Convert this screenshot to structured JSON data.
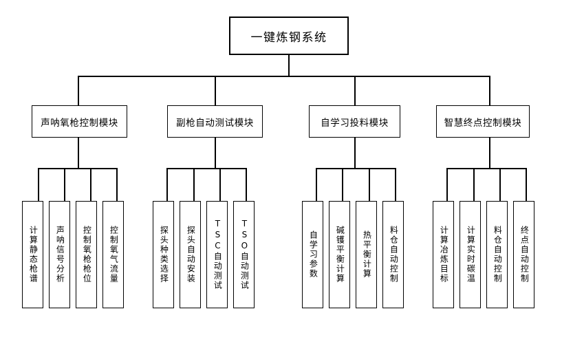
{
  "diagram": {
    "title": "一键炼钢系统",
    "root": {
      "label": "一键炼钢系统"
    },
    "modules": [
      {
        "label": "声呐氧枪控制模块",
        "children": [
          {
            "label": "计算静态枪谱"
          },
          {
            "label": "声呐信号分析"
          },
          {
            "label": "控制氧枪枪位"
          },
          {
            "label": "控制氧气流量"
          }
        ]
      },
      {
        "label": "副枪自动测试模块",
        "children": [
          {
            "label": "探头种类选择"
          },
          {
            "label": "探头自动安装"
          },
          {
            "label": "TSC自动测试"
          },
          {
            "label": "TSO自动测试"
          }
        ]
      },
      {
        "label": "自学习投料模块",
        "children": [
          {
            "label": "自学习参数"
          },
          {
            "label": "碱镬平衡计算"
          },
          {
            "label": "热平衡计算"
          },
          {
            "label": "料仓自动控制"
          }
        ]
      },
      {
        "label": "智慧终点控制模块",
        "children": [
          {
            "label": "计算冶炼目标"
          },
          {
            "label": "计算实时碳温"
          },
          {
            "label": "料仓自动控制"
          },
          {
            "label": "终点自动控制"
          }
        ]
      }
    ]
  }
}
